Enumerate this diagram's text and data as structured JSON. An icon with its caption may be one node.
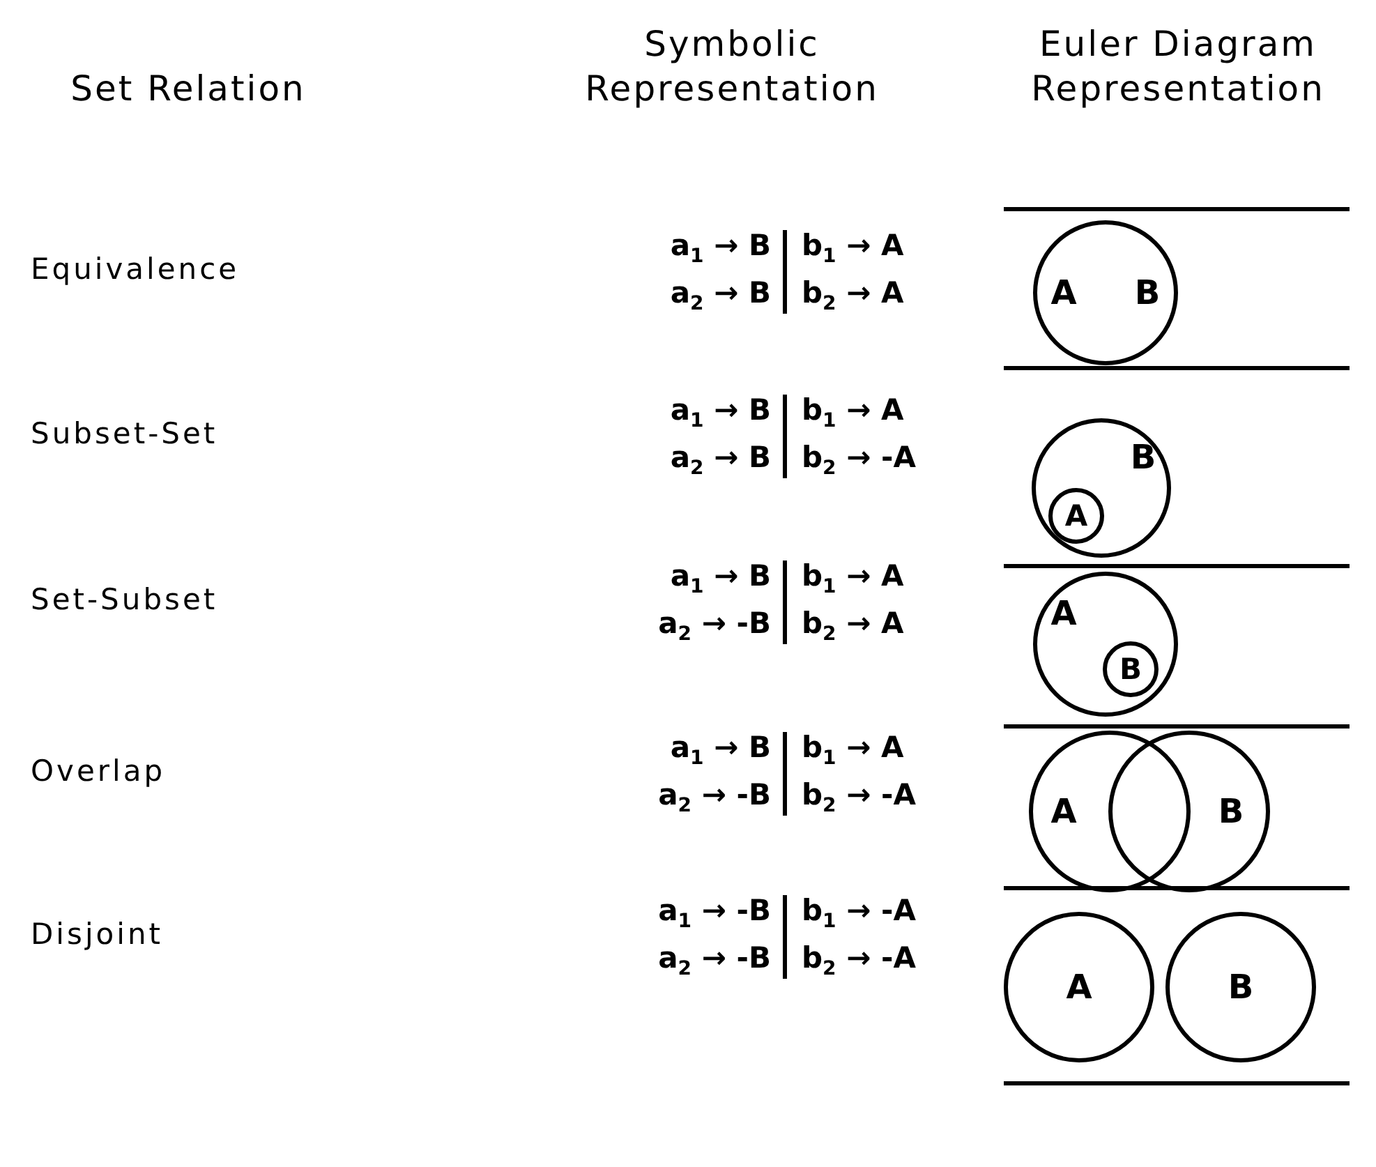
{
  "diagram": {
    "nodes": [
      {
        "text": [
          "A",
          "B"
        ]
      },
      {
        "text": [
          "B"
        ]
      },
      {
        "text": [
          "A"
        ],
        "in": 1
      },
      {
        "text": [
          "A"
        ]
      },
      {
        "text": [
          "B"
        ],
        "in": 3
      },
      {
        "text": [
          "A"
        ]
      },
      {
        "text": [
          "B"
        ]
      },
      {
        "text": [
          "A"
        ]
      },
      {
        "text": [
          "B"
        ]
      }
    ],
    "edges": [],
    "labels": [
      "Set Relation",
      "Symbolic Representation",
      "Euler Diagram Representation",
      "Equivalence",
      "a$_{1}$ → B",
      "b$_{1}$ → A",
      "a$_{2}$ → B",
      "b$_{2}$ → A",
      "Subset-Set",
      "a$_{1}$ → B",
      "b$_{1}$ → A",
      "a$_{2}$ → B",
      "b$_{2}$ → -A",
      "Set-Subset",
      "a$_{1}$ → B",
      "b$_{1}$ → A",
      "a$_{2}$ → -B",
      "b$_{2}$ → A",
      "Overlap",
      "a$_{1}$ → B",
      "b$_{1}$ → A",
      "a$_{2}$ → -B",
      "b$_{2}$ → -A",
      "Disjoint",
      "a$_{1}$ → -B",
      "b$_{1}$ → -A",
      "a$_{2}$ → -B",
      "b$_{2}$ → -A"
    ]
  }
}
